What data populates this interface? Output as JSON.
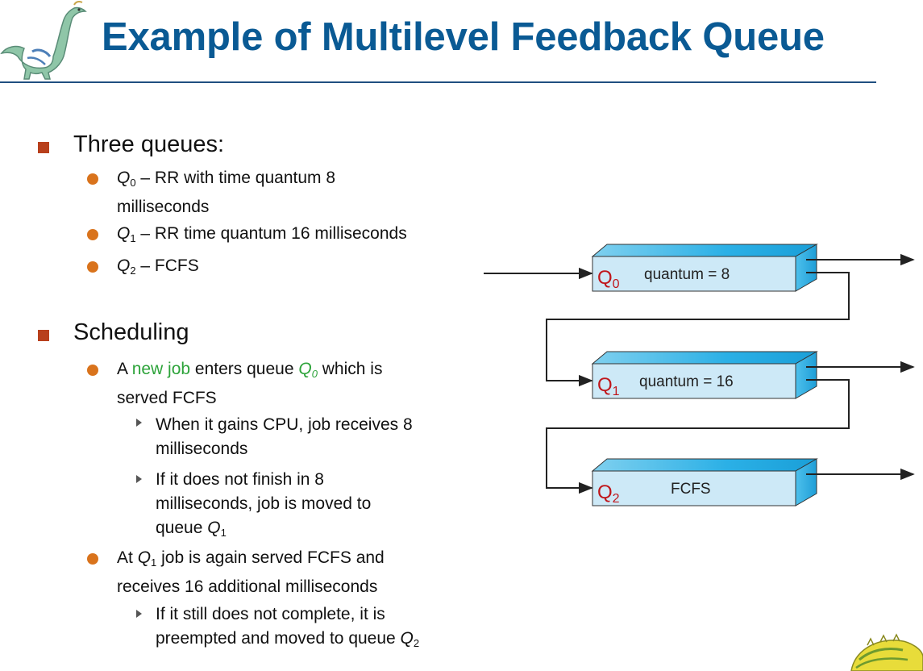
{
  "slide": {
    "title": "Example of Multilevel Feedback Queue"
  },
  "bullets": {
    "queues_heading": "Three queues:",
    "q0": {
      "sym": "Q",
      "sub": "0",
      "text": " – RR with time quantum 8",
      "line2": "milliseconds"
    },
    "q1": {
      "sym": "Q",
      "sub": "1",
      "text": " – RR time quantum 16 milliseconds"
    },
    "q2": {
      "sym": "Q",
      "sub": "2",
      "text": " – FCFS"
    },
    "scheduling_heading": "Scheduling",
    "s1": {
      "pre": "A ",
      "highlight": "new job",
      "mid": " enters queue ",
      "sym": "Q",
      "sub": "0",
      "post": " which is",
      "line2": "served FCFS"
    },
    "s1a": {
      "line1": "When it gains CPU, job receives 8",
      "line2": "milliseconds"
    },
    "s1b": {
      "line1": "If it does not finish in 8",
      "line2": "milliseconds, job is moved to",
      "line3": "queue ",
      "sym": "Q",
      "sub": "1"
    },
    "s2": {
      "pre": "At ",
      "sym": "Q",
      "sub": "1",
      "post": " job is again served FCFS and",
      "line2": "receives 16 additional milliseconds"
    },
    "s2a": {
      "line1": "If it still does not complete, it is",
      "line2": "preempted and moved to queue ",
      "sym": "Q",
      "sub": "2"
    }
  },
  "diagram": {
    "queues": [
      {
        "name": "Q",
        "sub": "0",
        "label": "quantum = 8"
      },
      {
        "name": "Q",
        "sub": "1",
        "label": "quantum = 16"
      },
      {
        "name": "Q",
        "sub": "2",
        "label": "FCFS"
      }
    ],
    "colors": {
      "box_face": "#cde9f7",
      "box_top": "#3fb6e6",
      "box_side": "#2aa7de",
      "queue_name": "#c0161b",
      "line": "#222222"
    }
  },
  "colors": {
    "title": "#0a5a94",
    "square_bullet": "#b8401c",
    "round_bullet": "#d9731c",
    "highlight": "#2da33a"
  }
}
